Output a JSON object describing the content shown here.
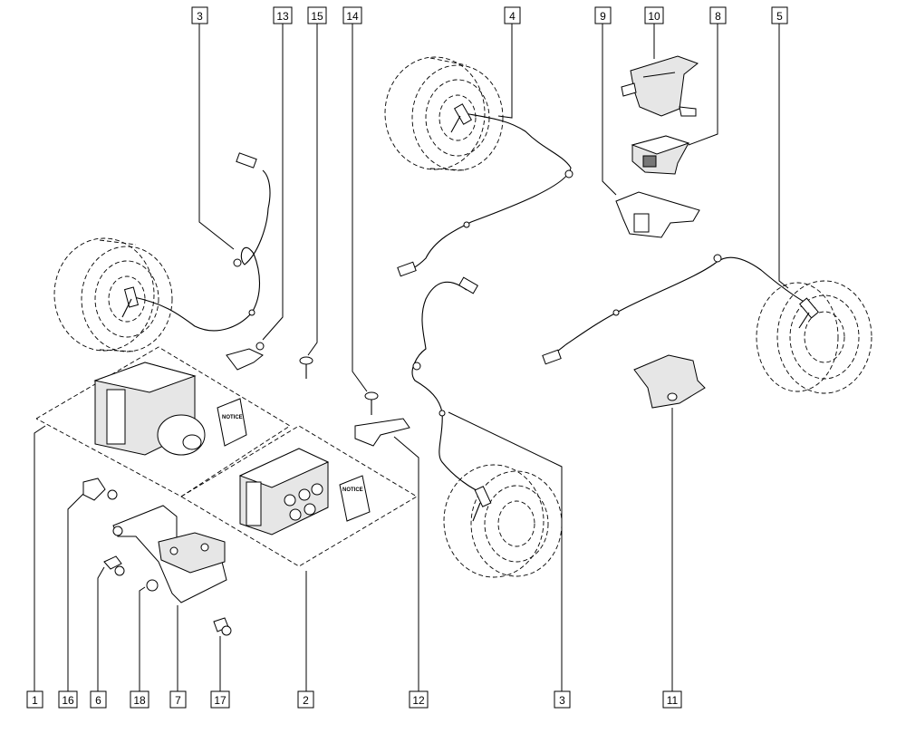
{
  "callouts": [
    {
      "id": "c3a",
      "label": "3"
    },
    {
      "id": "c13",
      "label": "13"
    },
    {
      "id": "c15",
      "label": "15"
    },
    {
      "id": "c14",
      "label": "14"
    },
    {
      "id": "c4",
      "label": "4"
    },
    {
      "id": "c9",
      "label": "9"
    },
    {
      "id": "c10",
      "label": "10"
    },
    {
      "id": "c8",
      "label": "8"
    },
    {
      "id": "c5",
      "label": "5"
    },
    {
      "id": "c1",
      "label": "1"
    },
    {
      "id": "c16",
      "label": "16"
    },
    {
      "id": "c6",
      "label": "6"
    },
    {
      "id": "c18",
      "label": "18"
    },
    {
      "id": "c7",
      "label": "7"
    },
    {
      "id": "c17",
      "label": "17"
    },
    {
      "id": "c2",
      "label": "2"
    },
    {
      "id": "c12",
      "label": "12"
    },
    {
      "id": "c3b",
      "label": "3"
    },
    {
      "id": "c11",
      "label": "11"
    }
  ],
  "notice_label": "NOTICE",
  "colors": {
    "line": "#000000",
    "background": "#ffffff",
    "fill_grey": "#e6e6e6"
  }
}
